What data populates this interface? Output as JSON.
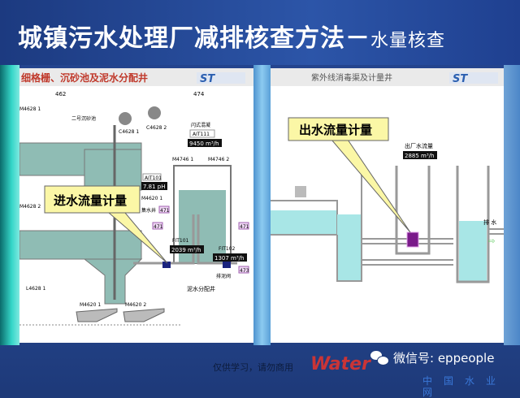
{
  "title": {
    "main": "城镇污水处理厂减排核查方法－",
    "sub": "水量核查"
  },
  "left_panel": {
    "header": "细格栅、沉砂池及泥水分配井",
    "tags": {
      "t462": "462",
      "t474": "474",
      "grit": "二号沉砂池",
      "c1": "C4628 1",
      "c2": "C4628 2",
      "flash": "闪式混凝",
      "ait111": "AIT111",
      "ait111_val": "9450 m³/h",
      "m1": "M4746 1",
      "m2": "M4746 2",
      "ait101": "AIT101",
      "ait101_val": "7.81 pH",
      "m46201": "M4620 1",
      "t471a": "471",
      "t471b": "471",
      "t471c": "471",
      "t473": "473",
      "fit101": "FIT101",
      "fit101_val": "2039 m³/h",
      "fit102": "FIT102",
      "fit102_val": "1307 m³/h",
      "dist": "泥水分配井",
      "sc1": "M4620 1",
      "sc2": "M4620 2",
      "l4628": "L4628 1",
      "grille1": "M4628 1",
      "grille2": "M4628 2",
      "valve": "排泥阀",
      "pump": "集水井"
    },
    "callout": "进水流量计量"
  },
  "right_panel": {
    "header": "紫外线消毒渠及计量井",
    "flow_label": "出厂水流量",
    "flow_val": "2885 m³/h",
    "outlet": "排 水",
    "callout": "出水流量计量"
  },
  "footer": {
    "note": "仅供学习，请勿商用",
    "wechat": "微信号: eppeople",
    "brand": "Water",
    "brand_sub": "中国水业网"
  },
  "colors": {
    "water": "#a8e6e6",
    "tank": "#8fbcb4",
    "callout": "#fbf7a6",
    "slide": "#203f86"
  }
}
